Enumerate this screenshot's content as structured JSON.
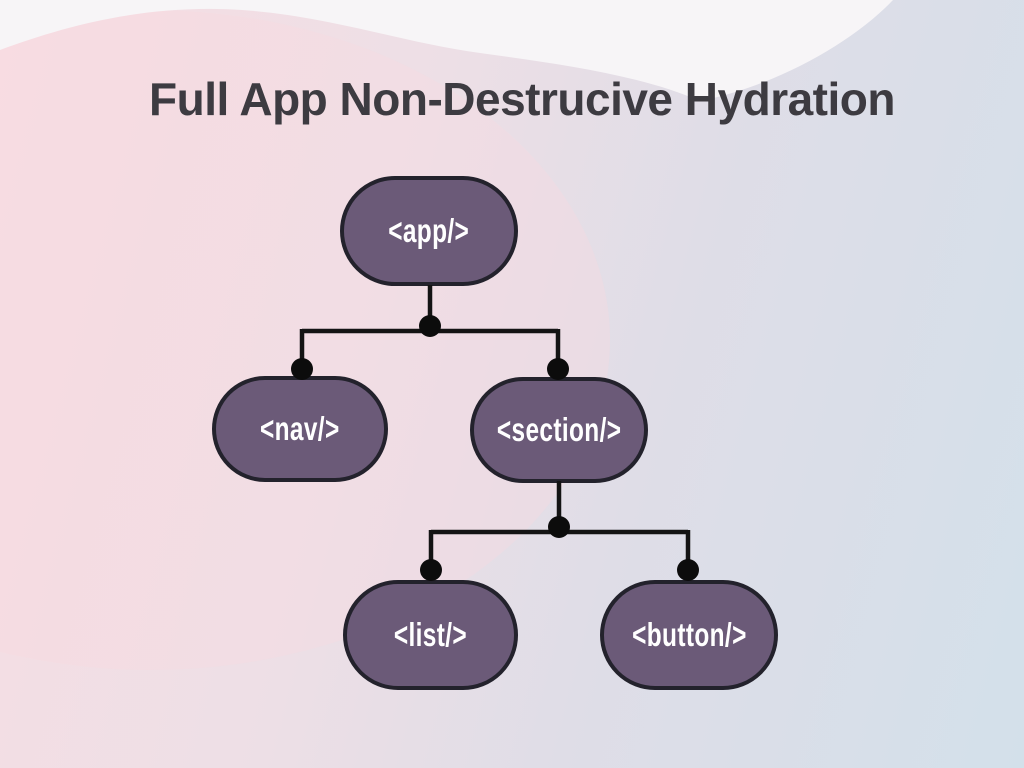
{
  "title": "Full App Non-Destrucive Hydration",
  "diagram": {
    "type": "tree",
    "nodes": [
      {
        "id": "app",
        "label": "<app/>",
        "parent": null,
        "children": [
          "nav",
          "section"
        ]
      },
      {
        "id": "nav",
        "label": "<nav/>",
        "parent": "app",
        "children": []
      },
      {
        "id": "section",
        "label": "<section/>",
        "parent": "app",
        "children": [
          "list",
          "button"
        ]
      },
      {
        "id": "list",
        "label": "<list/>",
        "parent": "section",
        "children": []
      },
      {
        "id": "button",
        "label": "<button/>",
        "parent": "section",
        "children": []
      }
    ]
  },
  "colors": {
    "node_fill": "#6b5a78",
    "node_border": "#23222c",
    "node_text": "#ffffff",
    "connector": "#141414",
    "title_text": "#3d3b41",
    "bg_pink": "#f7dee3",
    "bg_lavender": "#e0dde7",
    "bg_blue": "#d3e0ea",
    "wave_white": "#f7f5f7"
  }
}
